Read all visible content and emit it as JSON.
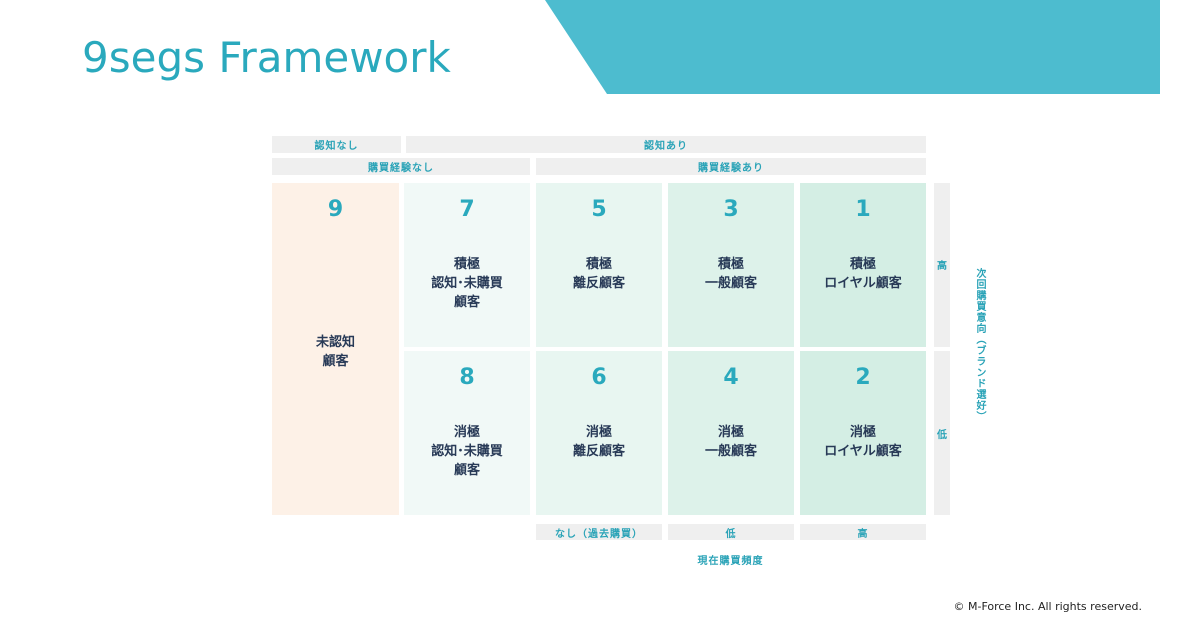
{
  "title": "9segs Framework",
  "colors": {
    "accent": "#2aa9bd",
    "header_banner": "#4dbccf",
    "segment_9": "#fdf1e7",
    "segment_7_8": "#f1f9f7",
    "segment_5_6": "#e8f6f1",
    "segment_3_4": "#ddf2ea",
    "segment_1_2": "#d4eee4"
  },
  "top_headers": {
    "awareness_none": "認知なし",
    "awareness_yes": "認知あり",
    "purchase_none": "購買経験なし",
    "purchase_yes": "購買経験あり"
  },
  "segments": {
    "s9": {
      "number": "9",
      "label": "未認知\n顧客"
    },
    "s7": {
      "number": "7",
      "label": "積極\n認知･未購買\n顧客"
    },
    "s8": {
      "number": "8",
      "label": "消極\n認知･未購買\n顧客"
    },
    "s5": {
      "number": "5",
      "label": "積極\n離反顧客"
    },
    "s6": {
      "number": "6",
      "label": "消極\n離反顧客"
    },
    "s3": {
      "number": "3",
      "label": "積極\n一般顧客"
    },
    "s4": {
      "number": "4",
      "label": "消極\n一般顧客"
    },
    "s1": {
      "number": "1",
      "label": "積極\nロイヤル顧客"
    },
    "s2": {
      "number": "2",
      "label": "消極\nロイヤル顧客"
    }
  },
  "y_axis": {
    "high": "高",
    "low": "低",
    "title": "次回購買意向（ブランド選好）"
  },
  "x_axis": {
    "none": "なし（過去購買）",
    "low": "低",
    "high": "高",
    "title": "現在購買頻度"
  },
  "copyright": "© M-Force Inc. All rights reserved."
}
